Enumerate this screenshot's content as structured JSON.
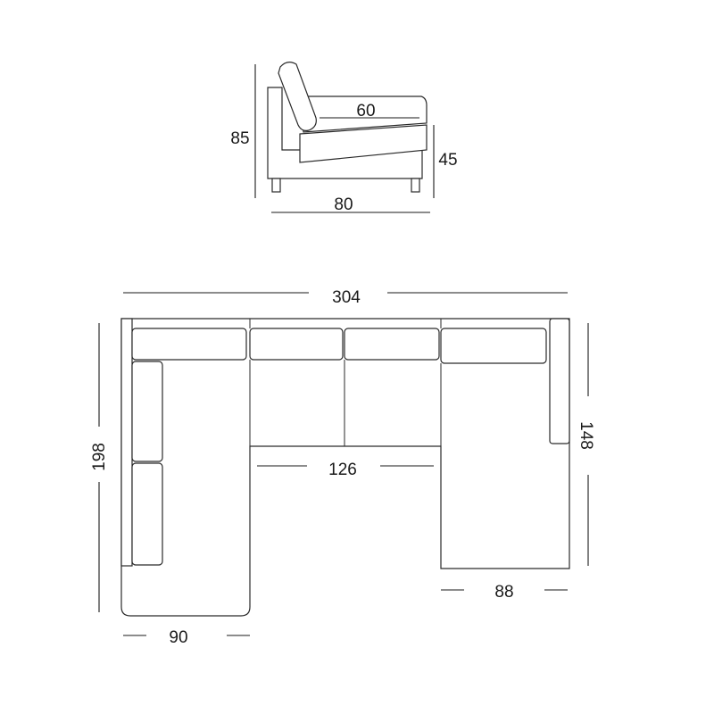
{
  "dimensions": {
    "side_seat_depth": "60",
    "side_height": "85",
    "side_seat_height": "45",
    "side_depth": "80",
    "total_width": "304",
    "left_depth": "198",
    "right_depth": "148",
    "middle_width": "126",
    "left_width": "90",
    "right_width": "88"
  }
}
